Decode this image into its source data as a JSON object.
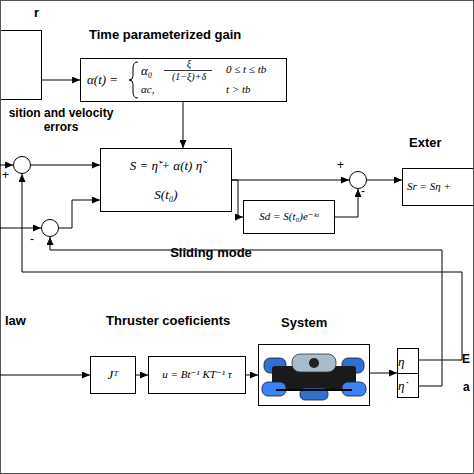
{
  "diagram": {
    "nodes": [
      {
        "text": [
          "r"
        ]
      },
      {
        "text": [
          "Time parameterized gain",
          "α(t) =",
          "α₀",
          "ξ",
          "(1−ξ)+δ",
          "0 ≤ t ≤ tb",
          "αc,",
          "t > tb"
        ]
      },
      {
        "text": [
          "+"
        ]
      },
      {
        "text": [
          "-"
        ]
      },
      {
        "text": [
          "S = η̃̇ + α(t) η̃",
          "S(t₀)",
          "Sliding mode"
        ]
      },
      {
        "text": [
          "Sd = S(t₀)e⁻ᵏᵗ"
        ]
      },
      {
        "text": [
          "+",
          "-"
        ]
      },
      {
        "text": [
          "Exter",
          "Sr = Sη +"
        ]
      },
      {
        "text": [
          "law",
          "Jᵀ"
        ]
      },
      {
        "text": [
          "Thruster coeficients",
          "u = Bt⁻¹ KT⁻¹ τ"
        ]
      },
      {
        "text": [
          "System"
        ]
      },
      {
        "text": [
          "η",
          "η̇"
        ]
      }
    ],
    "edges": [
      {
        "from": 0,
        "to": 1,
        "arrow": "to"
      },
      {
        "from": 2,
        "to": 4,
        "arrow": "to"
      },
      {
        "from": 3,
        "to": 4,
        "arrow": "to"
      },
      {
        "from": 1,
        "to": 4,
        "arrow": "to"
      },
      {
        "from": 4,
        "to": 6,
        "arrow": "to"
      },
      {
        "from": 4,
        "to": 5,
        "arrow": "to"
      },
      {
        "from": 5,
        "to": 6,
        "arrow": "to"
      },
      {
        "from": 6,
        "to": 7,
        "arrow": "to"
      },
      {
        "from": 8,
        "to": 9,
        "arrow": "to"
      },
      {
        "from": 9,
        "to": 10,
        "arrow": "to"
      },
      {
        "from": 10,
        "to": 11,
        "arrow": "to"
      },
      {
        "from": 11,
        "to": 2,
        "arrow": "to"
      },
      {
        "from": 11,
        "to": 3,
        "arrow": "to"
      }
    ],
    "labels": [
      "sition and velocity errors",
      "E",
      "a"
    ]
  }
}
